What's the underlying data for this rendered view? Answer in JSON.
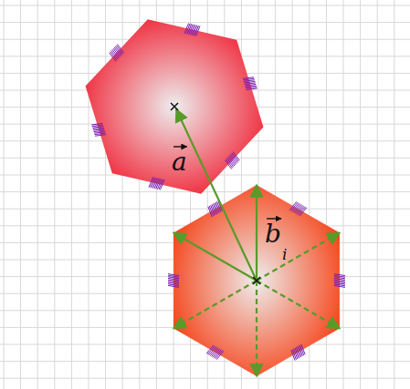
{
  "diagram": {
    "labels": [
      "a",
      "b",
      "i"
    ]
  }
}
